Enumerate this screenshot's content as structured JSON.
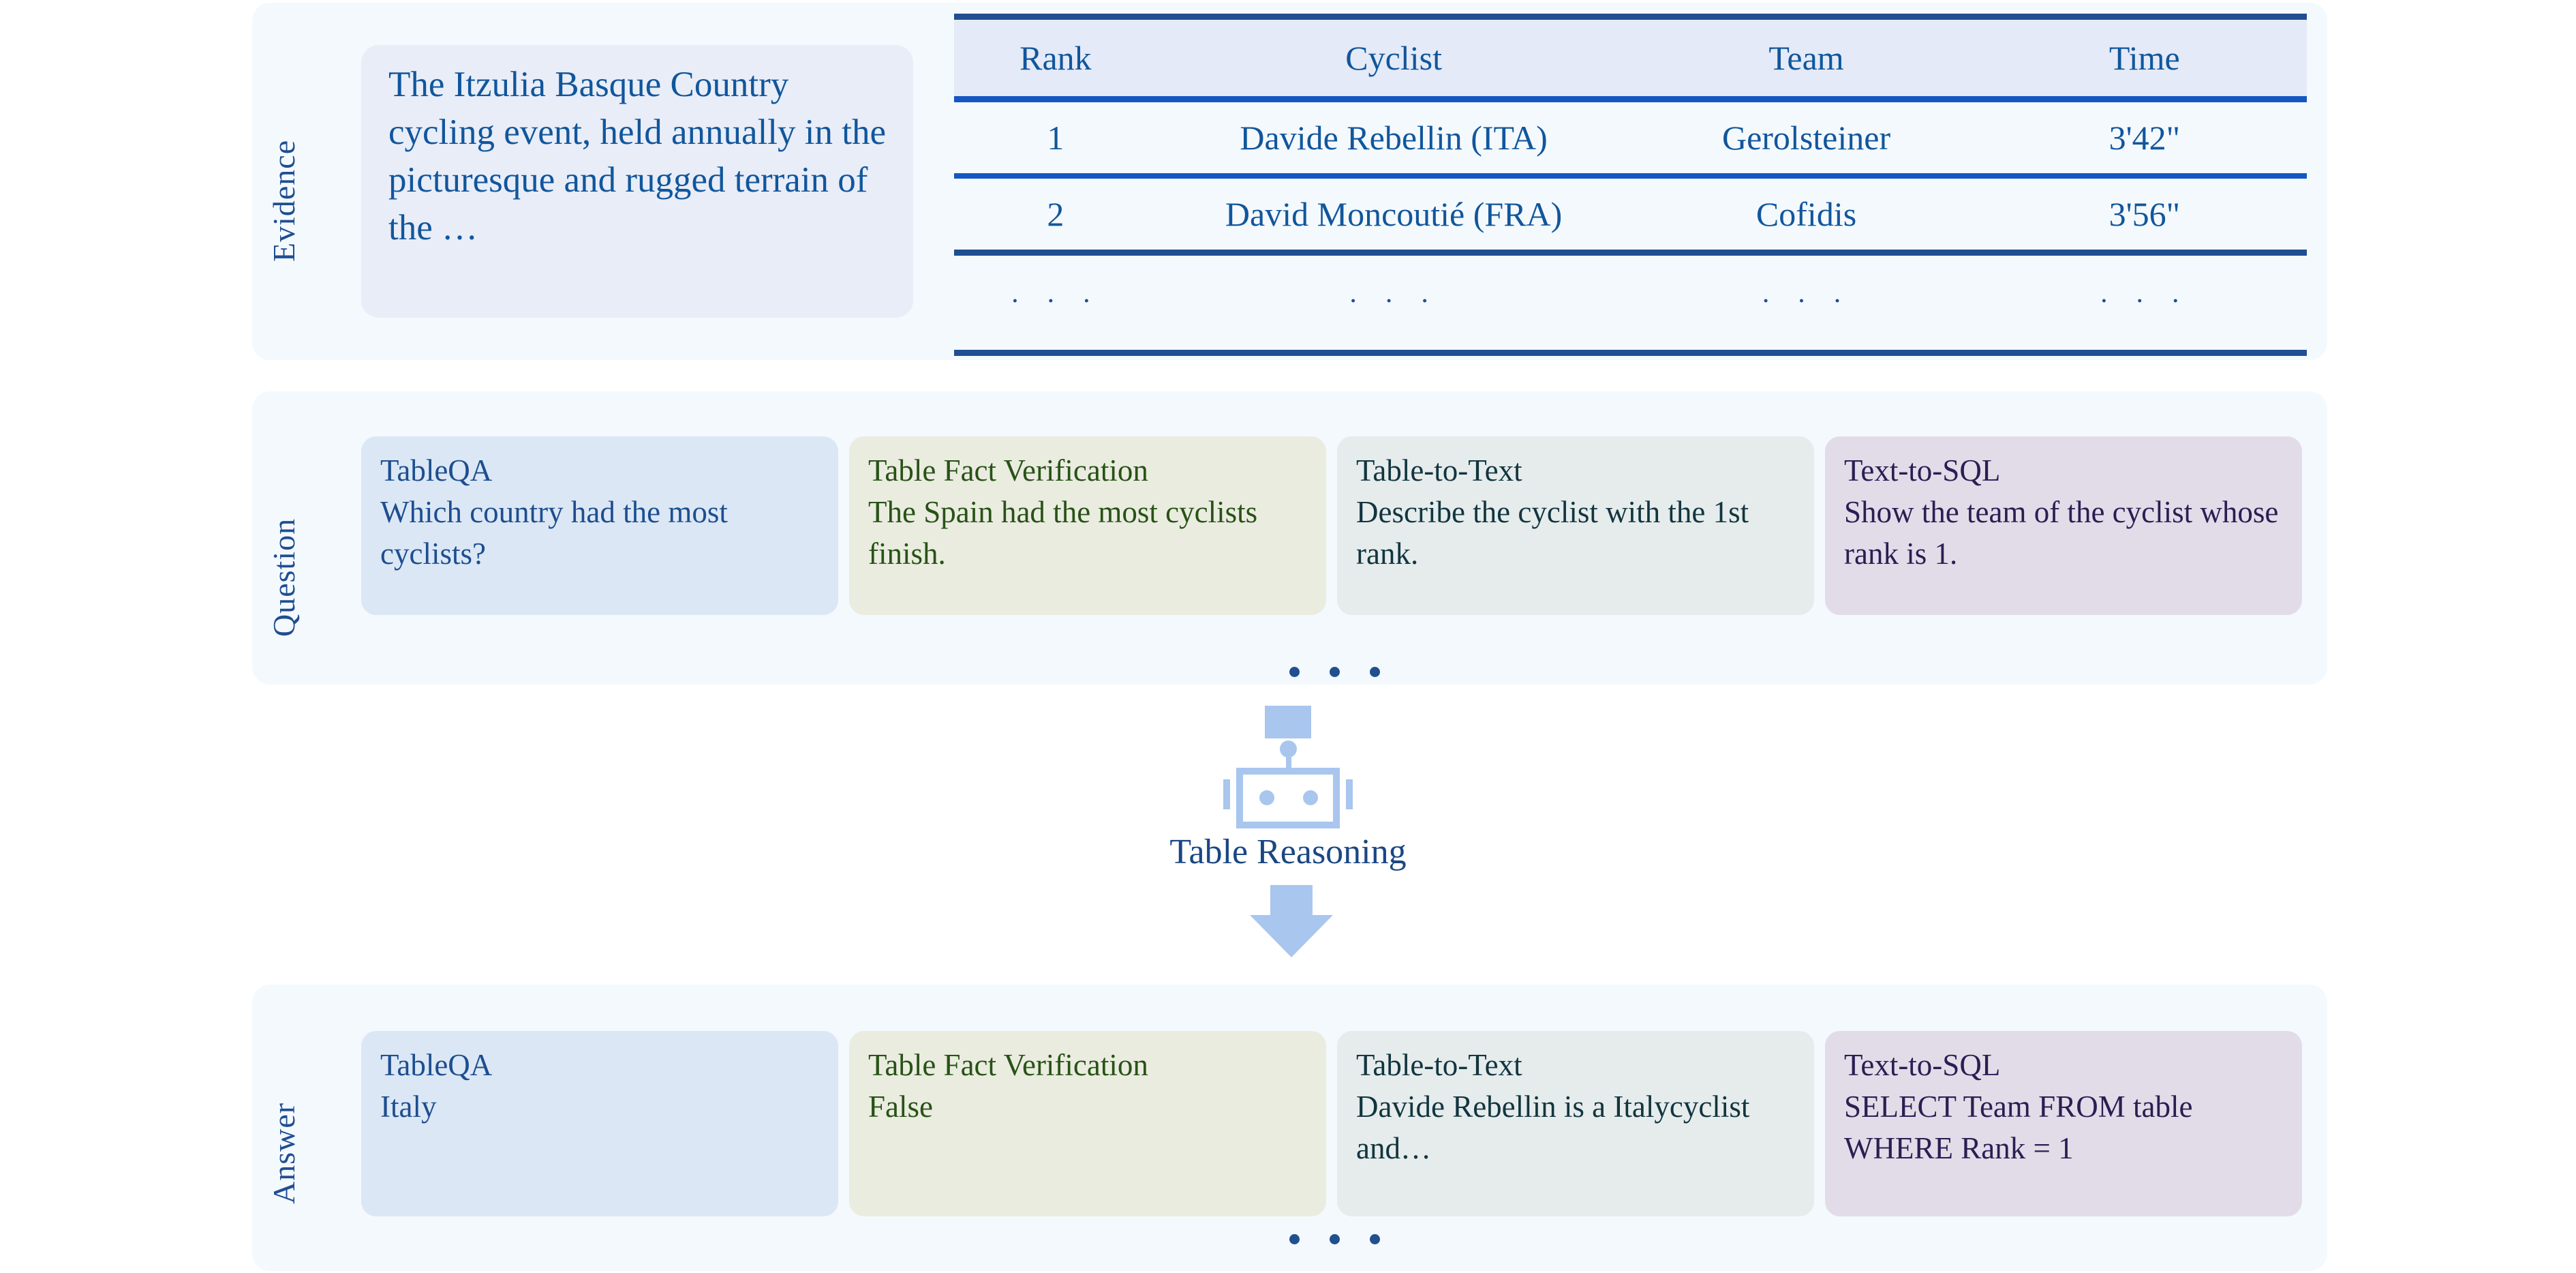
{
  "sections": {
    "evidence": {
      "label": "Evidence",
      "passage": "The Itzulia Basque Country cycling event, held annually in the picturesque and rugged terrain of the …",
      "table": {
        "headers": [
          "Rank",
          "Cyclist",
          "Team",
          "Time"
        ],
        "rows": [
          [
            "1",
            "Davide Rebellin (ITA)",
            "Gerolsteiner",
            "3'42\""
          ],
          [
            "2",
            "David Moncoutié (FRA)",
            "Cofidis",
            "3'56\""
          ]
        ],
        "ellipsis_cell": "· · ·"
      }
    },
    "question": {
      "label": "Question",
      "cards": [
        {
          "task": "TableQA",
          "text": "Which country had the most cyclists?"
        },
        {
          "task": "Table Fact Verification",
          "text": "The Spain had the most cyclists finish."
        },
        {
          "task": "Table-to-Text",
          "text": "Describe the cyclist with the 1st rank."
        },
        {
          "task": "Text-to-SQL",
          "text": "Show the team of the cyclist whose rank is 1."
        }
      ]
    },
    "answer": {
      "label": "Answer",
      "cards": [
        {
          "task": "TableQA",
          "text": "Italy"
        },
        {
          "task": "Table Fact Verification",
          "text": "False"
        },
        {
          "task": "Table-to-Text",
          "text": "Davide Rebellin is a Italycyclist and…"
        },
        {
          "task": "Text-to-SQL",
          "text": "SELECT Team FROM table WHERE Rank = 1"
        }
      ]
    },
    "reasoning": {
      "caption": "Table Reasoning",
      "icon": "robot-icon",
      "arrow": "down-arrow-icon"
    }
  },
  "colors": {
    "panel_bg": "#f4f9fd",
    "evidence_card_bg": "#e8edf8",
    "blue_card_bg": "#dbe7f5",
    "olive_card_bg": "#eaece0",
    "teal_card_bg": "#e5eceb",
    "purple_card_bg": "#e2dce9",
    "blue_text": "#1d4e8f",
    "olive_text": "#285216",
    "teal_text": "#123540",
    "purple_text": "#2a1e52",
    "table_rule": "#1457c4",
    "table_rule_dark": "#1f4e91",
    "robot_fill": "#a8c6ee"
  }
}
